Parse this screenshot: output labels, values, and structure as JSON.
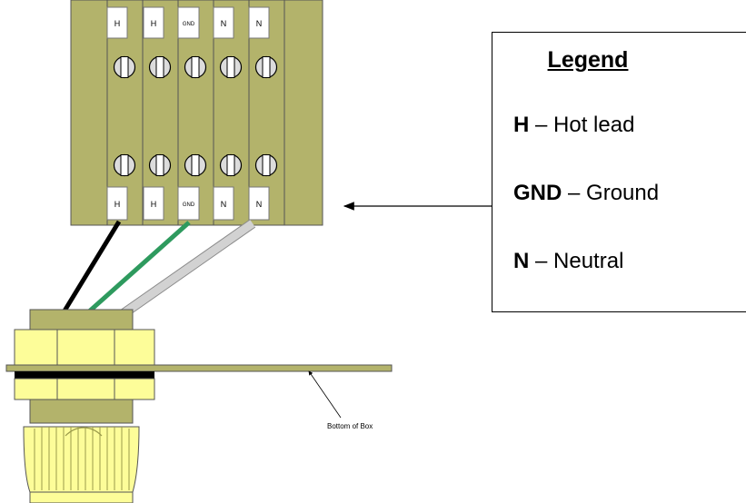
{
  "terminal_block": {
    "top_labels": [
      "H",
      "H",
      "GND",
      "N",
      "N"
    ],
    "bottom_labels": [
      "H",
      "H",
      "GND",
      "N",
      "N"
    ],
    "color": "#b3b36b"
  },
  "wires": [
    {
      "lead": "H",
      "color": "#000000"
    },
    {
      "lead": "GND",
      "color": "#2e9a5e"
    },
    {
      "lead": "N",
      "color": "#c8c8c8"
    }
  ],
  "gland": {
    "color": "#fdfd99"
  },
  "annotation": {
    "bottom_of_box": "Bottom of Box"
  },
  "legend": {
    "title": "Legend",
    "items": [
      {
        "code": "H",
        "desc": "Hot lead"
      },
      {
        "code": "GND",
        "desc": "Ground"
      },
      {
        "code": "N",
        "desc": "Neutral"
      }
    ]
  }
}
